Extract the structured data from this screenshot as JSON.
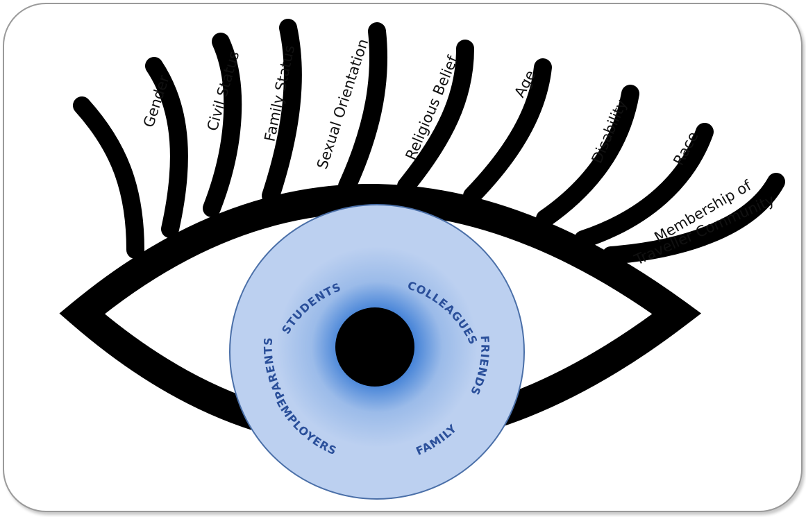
{
  "grounds": [
    "Gender",
    "Civil Status",
    "Family Status",
    "Sexual Orientation",
    "Religious Belief",
    "Age",
    "Disability",
    "Race",
    "Membership of",
    "Traveller Community"
  ],
  "circle": {
    "students": "STUDENTS",
    "colleagues": "COLLEAGUES",
    "friends": "FRIENDS",
    "family": "FAMILY",
    "employers": "EMPLOYERS",
    "parents": "PARENTS"
  },
  "colors": {
    "ink": "#000000",
    "iris_fill": "#bcd0f0",
    "iris_stroke": "#4a6fa8",
    "iris_glow": "#3f7fd6",
    "label_blue": "#2a4f9a",
    "frame": "#9a9a9a"
  }
}
